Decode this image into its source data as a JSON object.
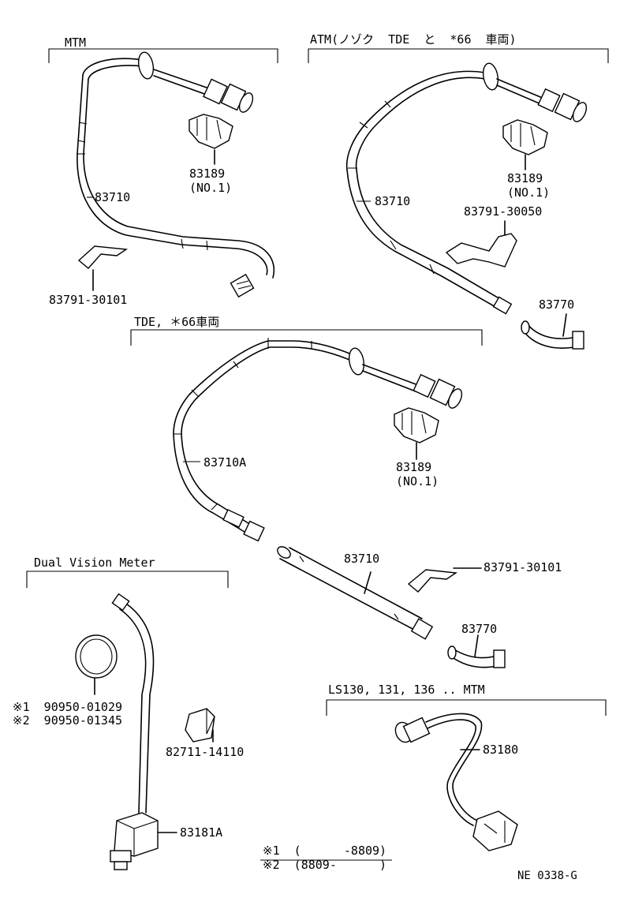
{
  "sections": {
    "mtm": {
      "header": "MTM"
    },
    "atm": {
      "header": "ATM(ノゾク  TDE  と  *66  車両)"
    },
    "tde": {
      "header": "TDE, ＊66車両"
    },
    "dual": {
      "header": "Dual Vision Meter"
    },
    "ls": {
      "header": "LS130, 131, 136 .. MTM"
    }
  },
  "labels": {
    "mtm_cable": "83710",
    "mtm_clip": "83189",
    "mtm_clip_no": "(NO.1)",
    "mtm_clamp": "83791-30101",
    "atm_cable": "83710",
    "atm_clip": "83189",
    "atm_clip_no": "(NO.1)",
    "atm_clamp": "83791-30050",
    "atm_adapter": "83770",
    "tde_cable": "83710A",
    "tde_clip": "83189",
    "tde_clip_no": "(NO.1)",
    "tde_sub_cable": "83710",
    "tde_clamp": "83791-30101",
    "tde_adapter": "83770",
    "dual_cap1": "※1  90950-01029",
    "dual_cap2": "※2  90950-01345",
    "dual_clip": "82711-14110",
    "dual_sensor": "83181A",
    "ls_sensor": "83180"
  },
  "notes": {
    "n1": "※1  (      -8809)",
    "n2": "※2  (8809-      )"
  },
  "footer": {
    "code": "NE 0338-G"
  }
}
